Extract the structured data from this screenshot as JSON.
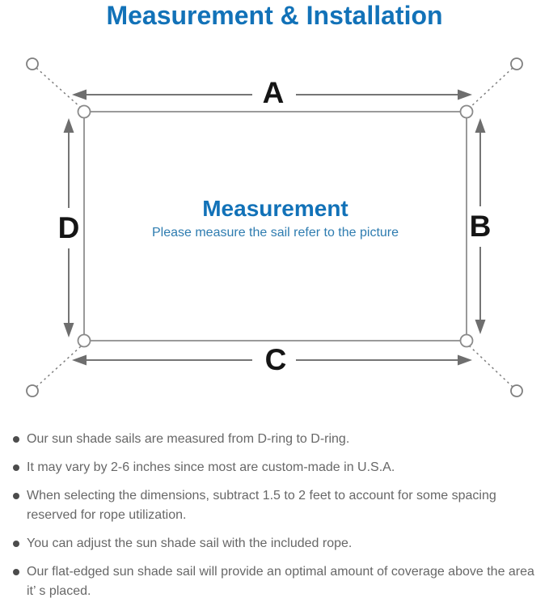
{
  "title": "Measurement & Installation",
  "diagram": {
    "labels": {
      "top": "A",
      "right": "B",
      "bottom": "C",
      "left": "D"
    },
    "center": {
      "heading": "Measurement",
      "subheading": "Please measure the sail refer to the picture"
    }
  },
  "notes": {
    "items": [
      "Our sun shade sails are measured from D-ring to D-ring.",
      "It may vary by 2-6 inches since most are custom-made in U.S.A.",
      "When selecting the dimensions, subtract 1.5 to 2 feet to account for some spacing reserved for rope utilization.",
      "You can adjust the sun shade sail with the included rope.",
      "Our flat-edged sun shade sail will provide an optimal amount of coverage above the area it’ s placed."
    ]
  },
  "colors": {
    "title_blue": "#1272b8",
    "subtitle_blue": "#2e7cb0",
    "note_text_gray": "#676767",
    "sail_border_gray": "#9a9a9a",
    "arrow_gray": "#757575",
    "label_black": "#151515"
  }
}
